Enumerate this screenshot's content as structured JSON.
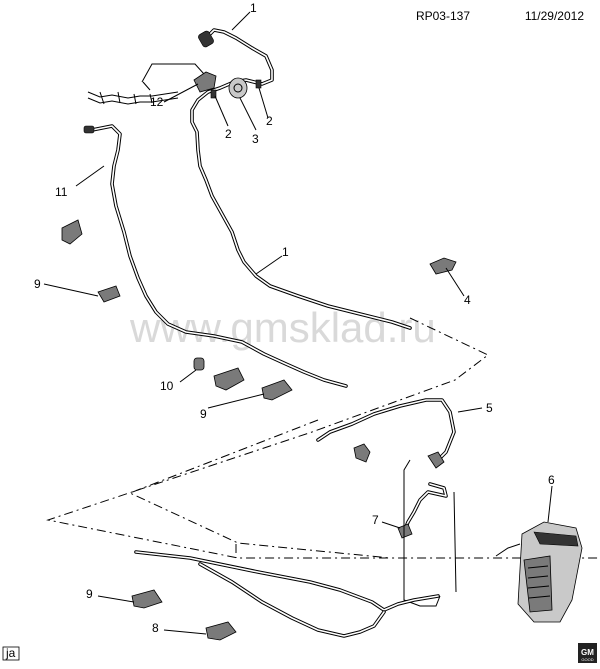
{
  "header": {
    "ref": "RP03-137",
    "date": "11/29/2012"
  },
  "watermark": "www.gmsklad.ru",
  "corner_tag": "ja",
  "logo": {
    "top": "GM",
    "bottom": "GOOD"
  },
  "callouts": {
    "c1_top": "1",
    "c1_mid": "1",
    "c2_a": "2",
    "c2_b": "2",
    "c3": "3",
    "c4": "4",
    "c5": "5",
    "c6": "6",
    "c7": "7",
    "c8": "8",
    "c9_a": "9",
    "c9_b": "9",
    "c9_c": "9",
    "c10": "10",
    "c11": "11",
    "c12": "12"
  }
}
